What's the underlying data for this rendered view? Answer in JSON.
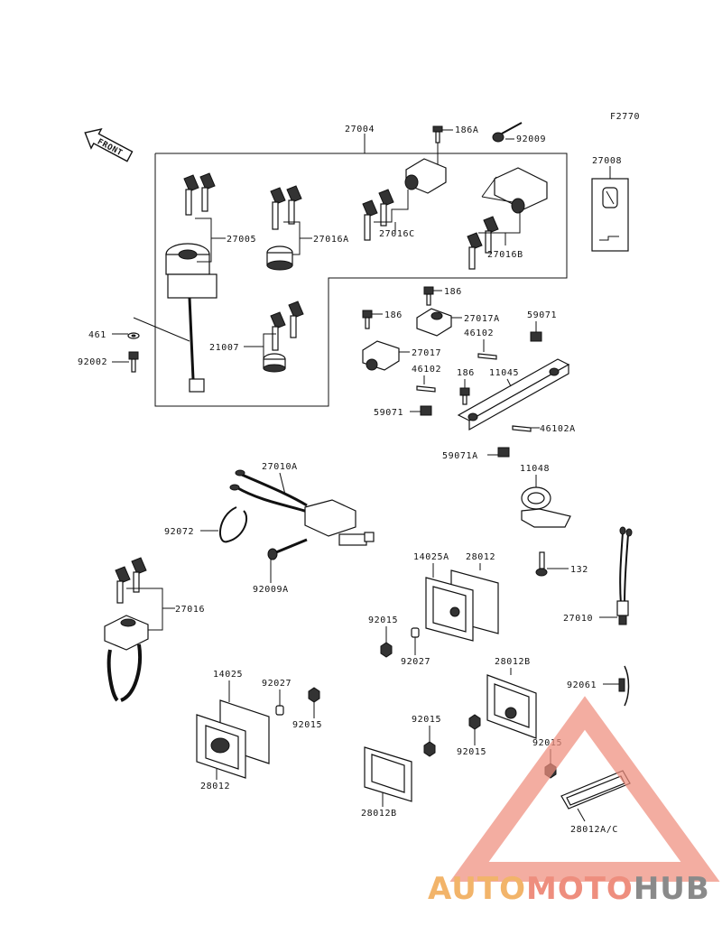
{
  "figure_code": "F2770",
  "front_arrow": "FRONT",
  "callouts": {
    "c27004": "27004",
    "c186A": "186A",
    "c92009": "92009",
    "c27008": "27008",
    "c27005": "27005",
    "c27016A": "27016A",
    "c27016C": "27016C",
    "c27016B": "27016B",
    "c461": "461",
    "c92002": "92002",
    "c21007": "21007",
    "c186_a": "186",
    "c27017A": "27017A",
    "c59071_a": "59071",
    "c186_b": "186",
    "c46102_a": "46102",
    "c27017": "27017",
    "c46102_b": "46102",
    "c186_c": "186",
    "c11045": "11045",
    "c59071_b": "59071",
    "c46102A": "46102A",
    "c59071A": "59071A",
    "c27010A": "27010A",
    "c11048": "11048",
    "c92072": "92072",
    "c14025A": "14025A",
    "c28012_a": "28012",
    "c92009A": "92009A",
    "c132": "132",
    "c27016": "27016",
    "c92015_a": "92015",
    "c92027_a": "92027",
    "c27010": "27010",
    "c28012B_a": "28012B",
    "c14025": "14025",
    "c92027_b": "92027",
    "c92061": "92061",
    "c92015_b": "92015",
    "c92015_c": "92015",
    "c92015_d": "92015",
    "c92015_e": "92015",
    "c28012_b": "28012",
    "c28012B_b": "28012B",
    "c28012AC": "28012A/C"
  },
  "watermark": {
    "part1": "AUTO",
    "part2": "MOTO",
    "part3": "HUB",
    "color_auto": "#f2b46a",
    "color_moto": "#ee8e7e",
    "color_hub": "#8a8a8a",
    "triangle_color": "#ee8e7e"
  }
}
